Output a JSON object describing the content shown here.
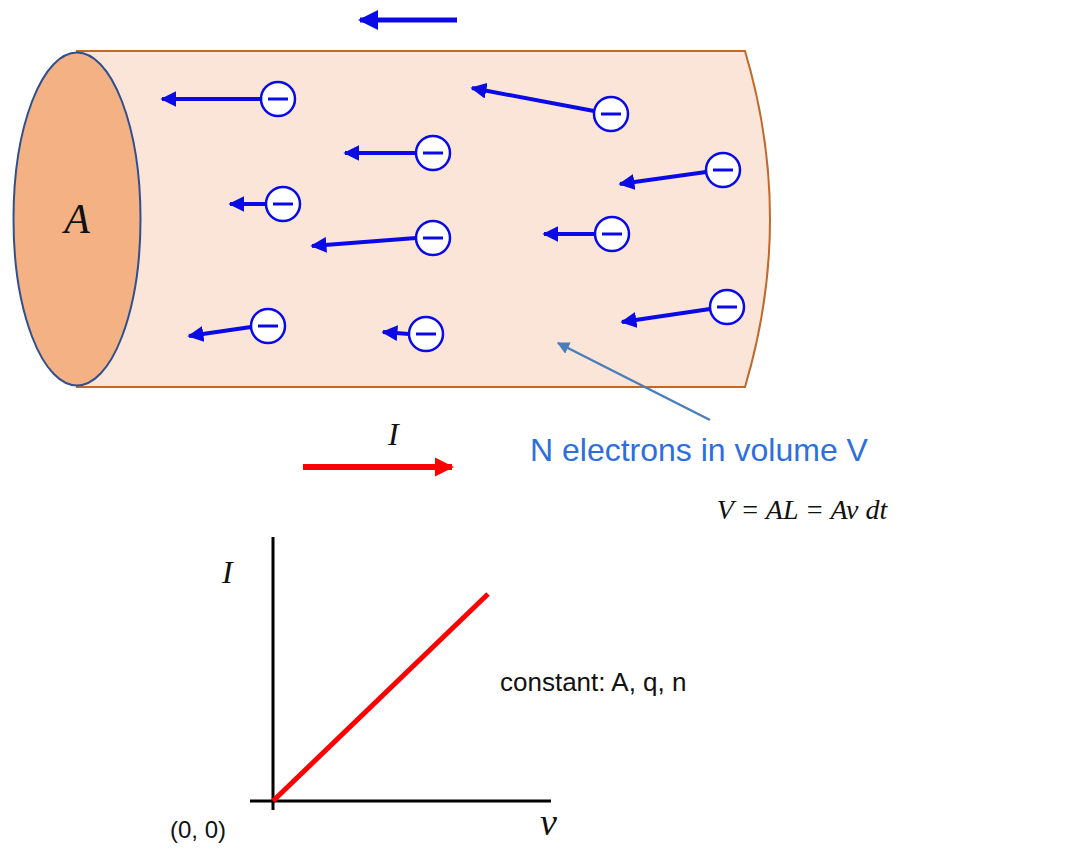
{
  "diagram": {
    "nodes": [
      {
        "text": [
          "A"
        ]
      }
    ],
    "edges": [],
    "labels": [
      "I",
      "N electrons in volume V",
      "V = AL = Av dt",
      "I",
      "constant: A, q, n",
      "(0, 0)",
      "v"
    ]
  }
}
